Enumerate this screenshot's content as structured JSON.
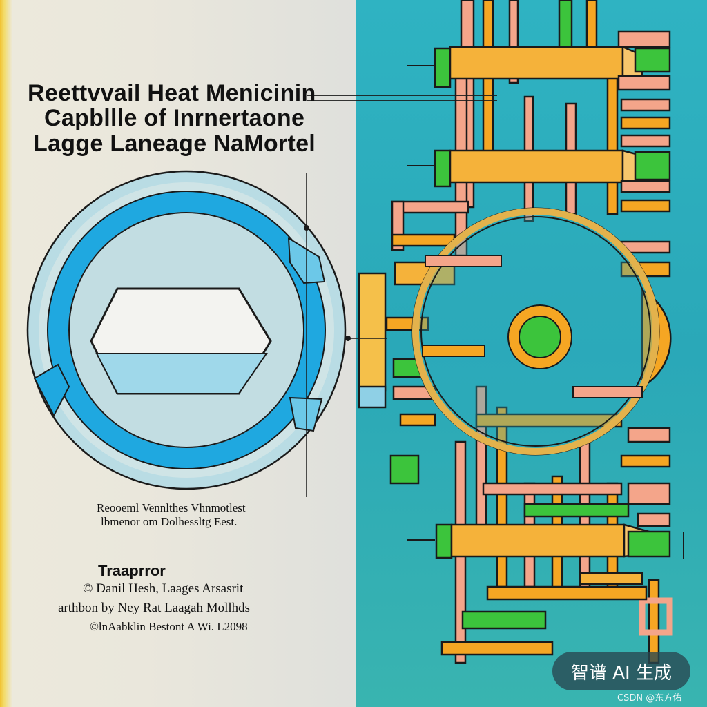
{
  "poster": {
    "title_lines": [
      "Reettvvail Heat Menicinin",
      "Capbllle of Inrnertaone",
      "Lagge Laneage NaMortel"
    ],
    "caption_lines": [
      "Reooeml Vennlthes Vhnmotlest",
      "lbmenor om Dolhessltg Eest."
    ],
    "credits": {
      "heading": "Traaprror",
      "lines": [
        "© Danil Hesh, Laages Arsasrit",
        "arthbon by Ney Rat Laagah Mollhds",
        "©lnAabklin Bestont A Wi. L2098"
      ]
    }
  },
  "watermark": {
    "badge": "智谱 AI 生成",
    "credit": "CSDN @东方佑"
  },
  "colors": {
    "left_background": "#e9e7de",
    "right_background": "#2eacbc",
    "ring_blue": "#1fa8e0",
    "pipe_orange": "#f5a623",
    "pipe_pink": "#f4a58a",
    "pipe_green": "#3cc43c",
    "magnifier_gold": "#d8a53a"
  },
  "icons": [
    "circuit-ring-icon",
    "magnifying-glass-icon"
  ]
}
